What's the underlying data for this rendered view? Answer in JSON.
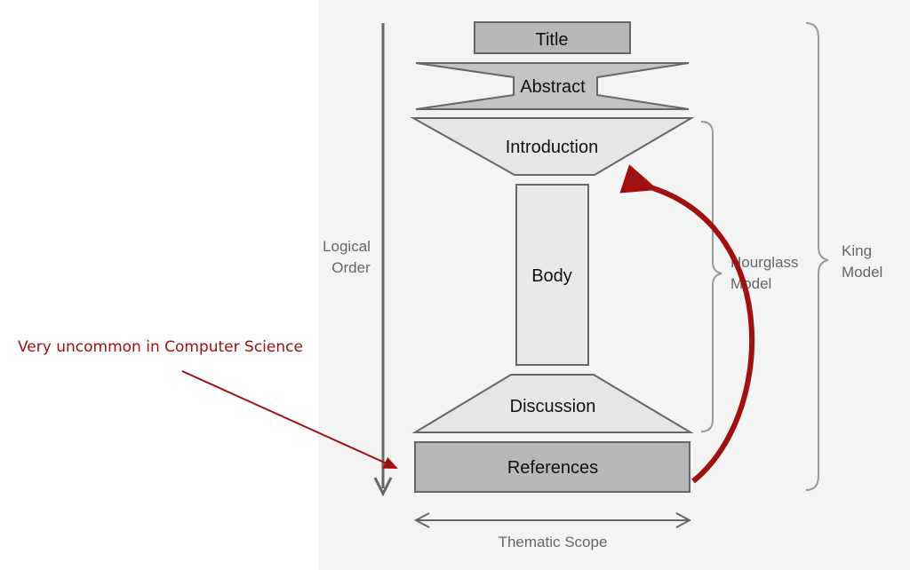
{
  "diagram": {
    "sections": {
      "title": "Title",
      "abstract": "Abstract",
      "introduction": "Introduction",
      "body": "Body",
      "discussion": "Discussion",
      "references": "References"
    },
    "axes": {
      "vertical_line1": "Logical",
      "vertical_line2": "Order",
      "horizontal": "Thematic Scope"
    },
    "brackets": {
      "hourglass_line1": "Hourglass",
      "hourglass_line2": "Model",
      "king_line1": "King",
      "king_line2": "Model"
    },
    "annotation": "Very uncommon in Computer Science",
    "colors": {
      "panel_background": "#f4f4f4",
      "title_fill": "#b8b8b8",
      "abstract_fill": "#c4c4c4",
      "section_fill": "#e6e6e6",
      "body_fill": "#e9e9e9",
      "references_fill": "#b8b8b8",
      "outline": "#666666",
      "axis": "#666666",
      "bracket": "#999999",
      "accent": "#a01010"
    }
  }
}
